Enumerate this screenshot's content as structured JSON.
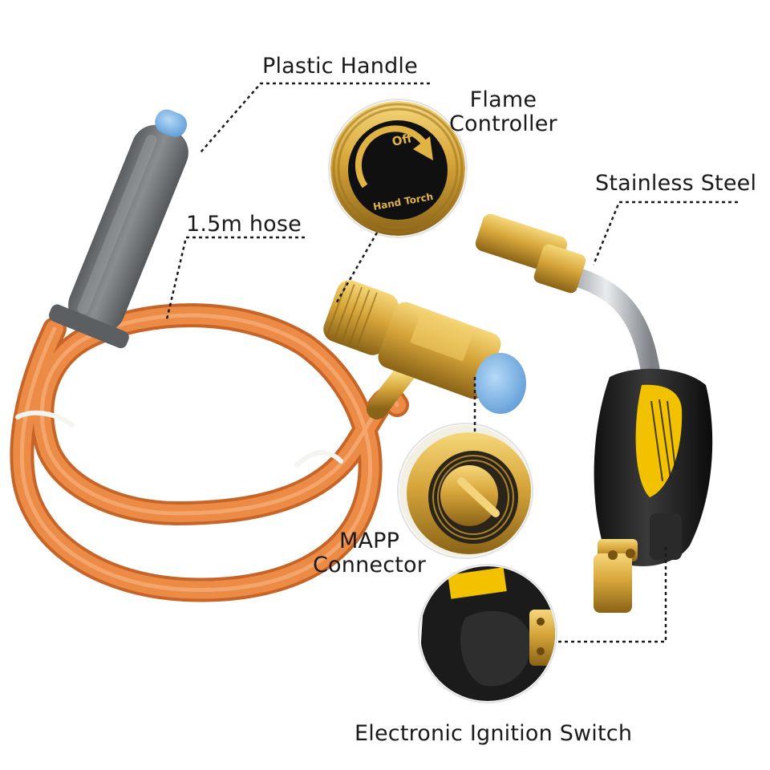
{
  "labels": {
    "plastic_handle": "Plastic Handle",
    "flame_controller_line1": "Flame",
    "flame_controller_line2": "Controller",
    "stainless_steel": "Stainless Steel",
    "hose": "1.5m hose",
    "mapp_connector_line1": "MAPP",
    "mapp_connector_line2": "Connector",
    "electronic_ignition": "Electronic Ignition Switch"
  },
  "knob_text": {
    "off": "Off",
    "hand_torch": "Hand Torch"
  },
  "colors": {
    "hose_orange": "#e8843f",
    "handle_grey": "#6f7275",
    "brass": "#c9982e",
    "cap_blue": "#7db7e8",
    "torch_black": "#1c1c1c",
    "warning_yellow": "#f2c200"
  }
}
